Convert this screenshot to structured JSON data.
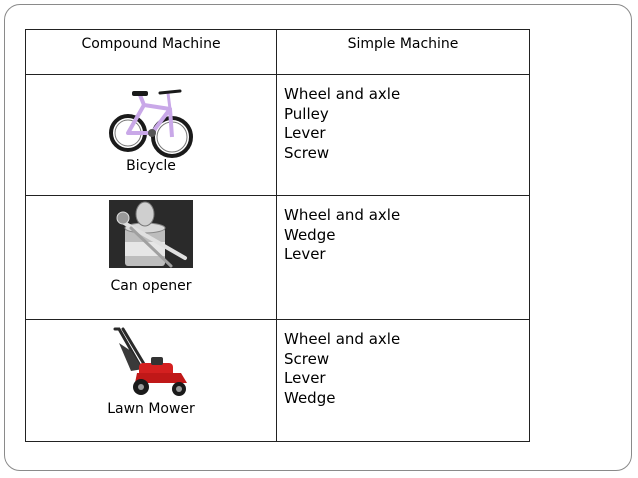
{
  "table": {
    "headers": {
      "compound": "Compound Machine",
      "simple": "Simple Machine"
    },
    "rows": [
      {
        "compound": "Bicycle",
        "simple": [
          "Wheel and axle",
          "Pulley",
          "Lever",
          "Screw"
        ],
        "image": "bicycle-image"
      },
      {
        "compound": "Can opener",
        "simple": [
          "Wheel and axle",
          "Wedge",
          "Lever"
        ],
        "image": "can-opener-image"
      },
      {
        "compound": "Lawn Mower",
        "simple": [
          "Wheel and axle",
          "Screw",
          "Lever",
          "Wedge"
        ],
        "image": "lawn-mower-image"
      }
    ]
  },
  "colors": {
    "border": "#222222",
    "frame": "#8a8a8a",
    "bicycle_frame": "#c9a8e8",
    "mower_body": "#d42020"
  }
}
